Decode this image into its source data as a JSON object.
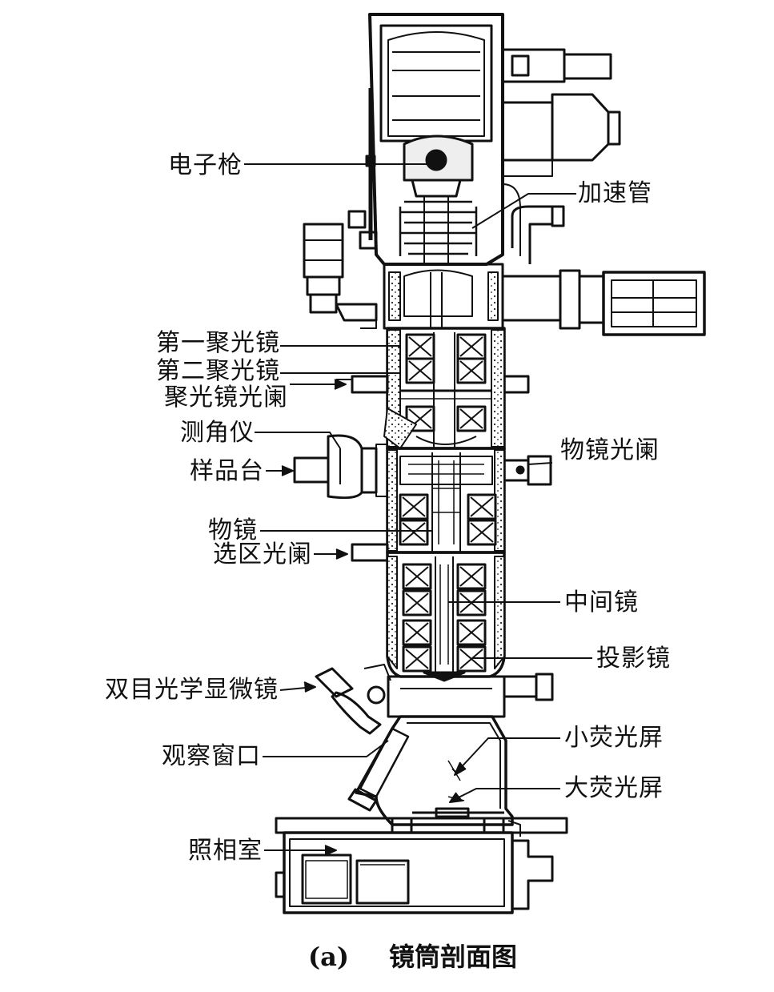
{
  "labels_left": [
    {
      "id": "electron-gun",
      "text": "电子枪"
    },
    {
      "id": "first-condenser",
      "text": "第一聚光镜"
    },
    {
      "id": "second-condenser",
      "text": "第二聚光镜"
    },
    {
      "id": "condenser-aperture",
      "text": "聚光镜光阑"
    },
    {
      "id": "goniometer",
      "text": "测角仪"
    },
    {
      "id": "specimen-stage",
      "text": "样品台"
    },
    {
      "id": "objective-lens",
      "text": "物镜"
    },
    {
      "id": "selected-area-aperture",
      "text": "选区光阑"
    },
    {
      "id": "binocular-microscope",
      "text": "双目光学显微镜"
    },
    {
      "id": "viewing-window",
      "text": "观察窗口"
    },
    {
      "id": "camera-chamber",
      "text": "照相室"
    }
  ],
  "labels_right": [
    {
      "id": "accelerating-tube",
      "text": "加速管"
    },
    {
      "id": "objective-aperture",
      "text": "物镜光阑"
    },
    {
      "id": "intermediate-lens",
      "text": "中间镜"
    },
    {
      "id": "projector-lens",
      "text": "投影镜"
    },
    {
      "id": "small-screen",
      "text": "小荧光屏"
    },
    {
      "id": "large-screen",
      "text": "大荧光屏"
    }
  ],
  "caption": {
    "tag": "(a)",
    "text": "镜筒剖面图"
  }
}
